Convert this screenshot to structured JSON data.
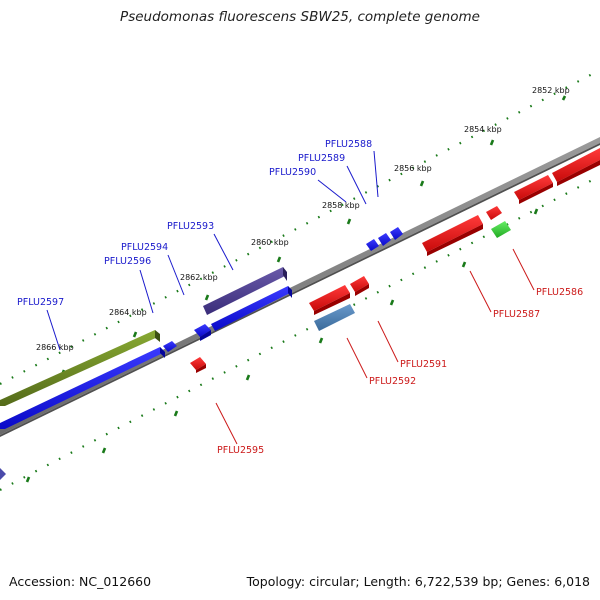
{
  "title": "Pseudomonas fluorescens SBW25, complete genome",
  "footer": {
    "accession": "Accession: NC_012660",
    "summary": "Topology: circular; Length: 6,722,539 bp; Genes: 6,018"
  },
  "colors": {
    "backbone": "#808080",
    "forward_cds": "#1212e6",
    "reverse_cds": "#e61a1a",
    "rna_gene": "#33cc33",
    "tick": "#1a7a1a",
    "label_forward": "#1a1acc",
    "label_reverse": "#cc1a1a"
  },
  "scale_labels": [
    "2852 kbp",
    "2854 kbp",
    "2856 kbp",
    "2858 kbp",
    "2860 kbp",
    "2862 kbp",
    "2864 kbp",
    "2866 kbp"
  ],
  "gene_labels": {
    "PFLU2586": "PFLU2586",
    "PFLU2587": "PFLU2587",
    "PFLU2588": "PFLU2588",
    "PFLU2589": "PFLU2589",
    "PFLU2590": "PFLU2590",
    "PFLU2591": "PFLU2591",
    "PFLU2592": "PFLU2592",
    "PFLU2593": "PFLU2593",
    "PFLU2594": "PFLU2594",
    "PFLU2595": "PFLU2595",
    "PFLU2596": "PFLU2596",
    "PFLU2597": "PFLU2597"
  }
}
